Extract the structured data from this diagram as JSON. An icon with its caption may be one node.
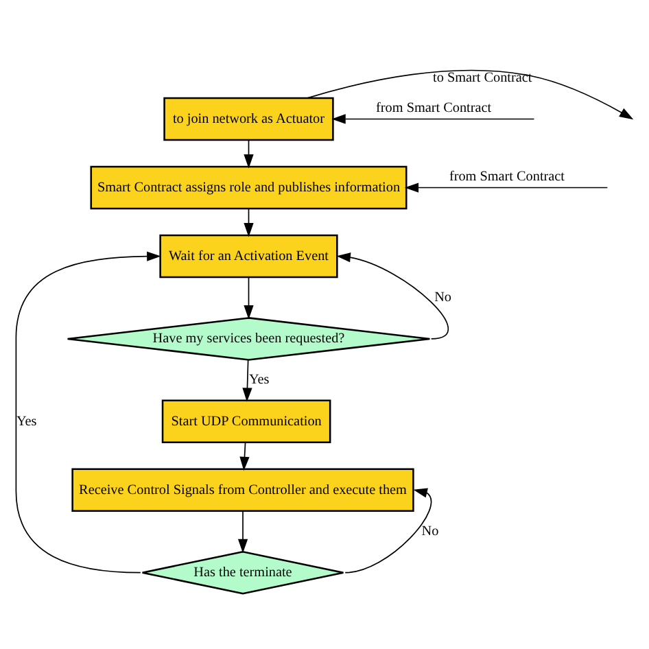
{
  "diagram": {
    "nodes": [
      {
        "text": [
          "to join network as Actuator"
        ]
      },
      {
        "text": [
          "Smart Contract assigns role and publishes information"
        ]
      },
      {
        "text": [
          "Wait for an Activation Event"
        ]
      },
      {
        "text": [
          "Have my services been requested?"
        ]
      },
      {
        "text": [
          "Start UDP Communication"
        ]
      },
      {
        "text": [
          "Receive Control Signals from Controller and execute them"
        ]
      },
      {
        "text": [
          "Has the terminate"
        ]
      }
    ],
    "edges": [
      {
        "from": 0,
        "to": null,
        "arrow": "to",
        "label": "to Smart Contract"
      },
      {
        "from": null,
        "to": 0,
        "arrow": "to",
        "label": "from Smart Contract"
      },
      {
        "from": 0,
        "to": 1,
        "arrow": "to"
      },
      {
        "from": null,
        "to": 1,
        "arrow": "to",
        "label": "from Smart Contract"
      },
      {
        "from": 1,
        "to": 2,
        "arrow": "to"
      },
      {
        "from": 2,
        "to": 3,
        "arrow": "to"
      },
      {
        "from": 3,
        "to": 2,
        "arrow": "to",
        "label": "No"
      },
      {
        "from": 3,
        "to": 4,
        "arrow": "to",
        "label": "Yes"
      },
      {
        "from": 4,
        "to": 5,
        "arrow": "to"
      },
      {
        "from": 5,
        "to": 6,
        "arrow": "to"
      },
      {
        "from": 6,
        "to": 5,
        "arrow": "to",
        "label": "No"
      },
      {
        "from": 6,
        "to": 2,
        "arrow": "to",
        "label": "Yes"
      }
    ]
  }
}
